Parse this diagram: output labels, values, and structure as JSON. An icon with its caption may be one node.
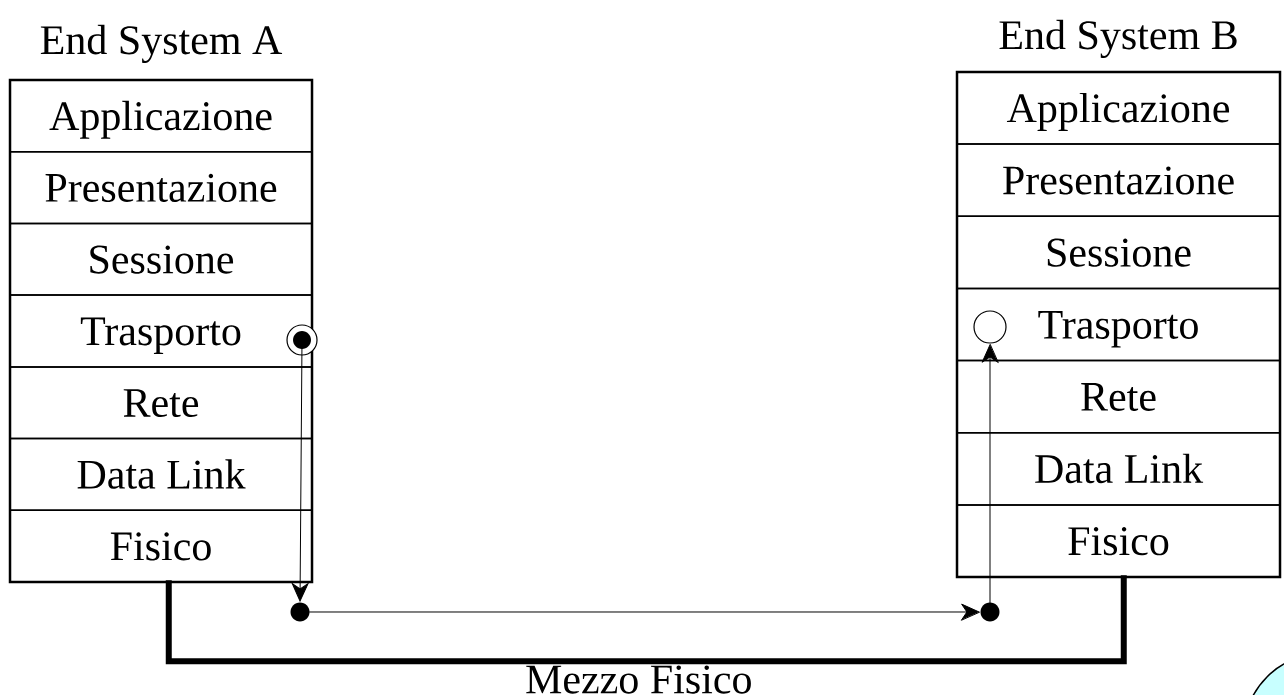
{
  "diagram": {
    "nodes": [
      {
        "text": [
          "End System A",
          "Applicazione",
          "Presentazione",
          "Sessione",
          "Trasporto",
          "Rete",
          "Data Link",
          "Fisico"
        ]
      },
      {
        "text": [
          "End System B",
          "Applicazione",
          "Presentazione",
          "Sessione",
          "Trasporto",
          "Rete",
          "Data Link",
          "Fisico"
        ]
      },
      {
        "text": [],
        "shape": "circle",
        "in": 0
      },
      {
        "text": [],
        "shape": "circle"
      },
      {
        "text": [],
        "shape": "circle"
      },
      {
        "text": [],
        "shape": "circle",
        "in": 1
      }
    ],
    "edges": [
      {
        "from": 0,
        "to": 1,
        "arrow": "none",
        "style": "thick",
        "label": "Mezzo Fisico"
      },
      {
        "from": 2,
        "to": 3,
        "arrow": "to"
      },
      {
        "from": 3,
        "to": 4,
        "arrow": "to"
      },
      {
        "from": 4,
        "to": 5,
        "arrow": "to"
      }
    ]
  }
}
